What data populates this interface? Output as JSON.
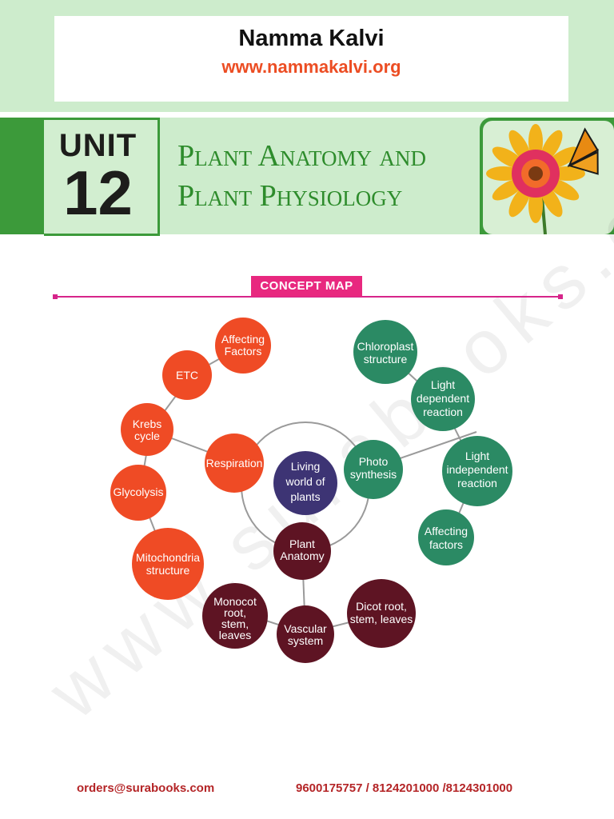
{
  "header": {
    "site_name": "Namma Kalvi",
    "site_url": "www.nammakalvi.org"
  },
  "unit": {
    "label": "UNIT",
    "number": "12",
    "title_line1": "Plant Anatomy and",
    "title_line2": "Plant Physiology"
  },
  "watermark": "www.surabooks.com",
  "concept_map": {
    "label": "CONCEPT MAP",
    "nodes": {
      "center": [
        "Living",
        "world of",
        "plants"
      ],
      "respiration": [
        "Respiration"
      ],
      "affecting_factors_top": [
        "Affecting",
        "Factors"
      ],
      "etc": [
        "ETC"
      ],
      "krebs": [
        "Krebs",
        "cycle"
      ],
      "glycolysis": [
        "Glycolysis"
      ],
      "mitochondria": [
        "Mitochondria",
        "structure"
      ],
      "photosynthesis": [
        "Photo",
        "synthesis"
      ],
      "chloroplast": [
        "Chloroplast",
        "structure"
      ],
      "light_dependent": [
        "Light",
        "dependent",
        "reaction"
      ],
      "light_independent": [
        "Light",
        "independent",
        "reaction"
      ],
      "affecting_factors_right": [
        "Affecting",
        "factors"
      ],
      "plant_anatomy": [
        "Plant",
        "Anatomy"
      ],
      "vascular": [
        "Vascular",
        "system"
      ],
      "monocot": [
        "Monocot",
        "root,",
        "stem,",
        "leaves"
      ],
      "dicot": [
        "Dicot root,",
        "stem, leaves"
      ]
    },
    "colors": {
      "center": "#3d3474",
      "respiration_group": "#ef4b25",
      "photosynthesis_group": "#2b8a64",
      "anatomy_group": "#5e1423",
      "connector": "#9a9a9a"
    }
  },
  "footer": {
    "email": "orders@surabooks.com",
    "phones": "9600175757 / 8124201000 /8124301000"
  }
}
